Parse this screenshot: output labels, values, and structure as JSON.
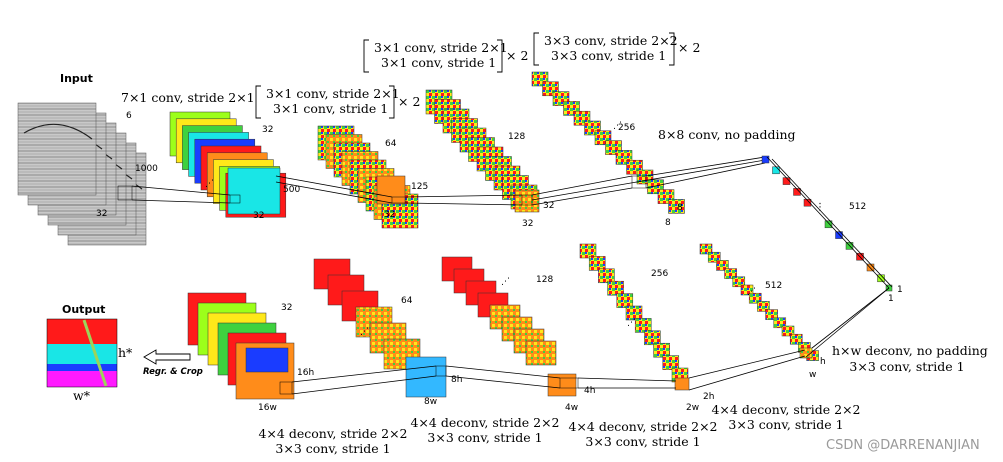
{
  "input": {
    "title": "Input",
    "dims": {
      "a": "6",
      "b": "1000",
      "c": "32"
    }
  },
  "output": {
    "title": "Output",
    "h_label": "h*",
    "w_label": "w*",
    "arrow_label": "Regr. & Crop"
  },
  "encoder": {
    "layer1_label": "7×1 conv, stride 2×1",
    "block_a": {
      "line1": "3×1 conv, stride 2×1",
      "line2": "3×1 conv, stride 1",
      "mult": "× 2"
    },
    "block_b": {
      "line1": "3×1 conv, stride 2×1",
      "line2": "3×1 conv, stride 1",
      "mult": "× 2"
    },
    "block_c": {
      "line1": "3×3 conv, stride 2×2",
      "line2": "3×3 conv, stride 1",
      "mult": "× 2"
    },
    "fc_label": "8×8 conv, no padding",
    "dims": {
      "l1_ch": "32",
      "l1_h": "500",
      "l1_w": "32",
      "l2_ch": "64",
      "l2_h": "125",
      "l2_w": "32",
      "l3_ch": "128",
      "l3_h": "32",
      "l3_w": "32",
      "l4_ch": "256",
      "l4_h": "8",
      "l4_w": "8",
      "fc_ch": "512",
      "fc_h": "1",
      "fc_w": "1"
    }
  },
  "decoder": {
    "label_a": {
      "line1": "h×w deconv, no padding",
      "line2": "3×3 conv, stride 1"
    },
    "label_b": {
      "line1": "4×4 deconv, stride 2×2",
      "line2": "3×3 conv, stride 1"
    },
    "label_c": {
      "line1": "4×4 deconv, stride 2×2",
      "line2": "3×3 conv, stride 1"
    },
    "label_d": {
      "line1": "4×4 deconv, stride 2×2",
      "line2": "3×3 conv, stride 1"
    },
    "label_e": {
      "line1": "4×4 deconv, stride 2×2",
      "line2": "3×3 conv, stride 1"
    },
    "dims": {
      "d1_ch": "512",
      "d1_h": "h",
      "d1_w": "w",
      "d2_ch": "256",
      "d2_h": "2h",
      "d2_w": "2w",
      "d3_ch": "128",
      "d3_h": "4h",
      "d3_w": "4w",
      "d4_ch": "64",
      "d4_h": "8h",
      "d4_w": "8w",
      "d5_ch": "32",
      "d5_h": "16h",
      "d5_w": "16w"
    }
  },
  "watermark": "CSDN @DARRENANJIAN",
  "colors": {
    "red": "#ff1a1a",
    "orange": "#ff8c1a",
    "yellow": "#ffe81a",
    "green": "#3fd13f",
    "cyan": "#19e6e6",
    "blue": "#1a3cff",
    "magenta": "#ff1aff",
    "lime": "#9cff1a",
    "gray": "#bdbdbd"
  }
}
